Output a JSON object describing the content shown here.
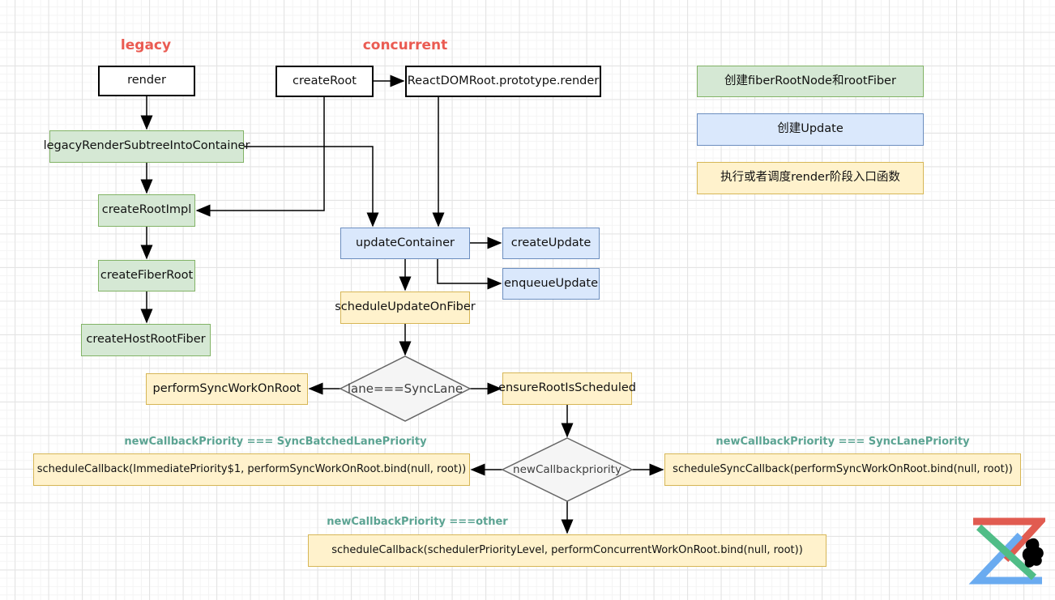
{
  "canvas": {
    "section_labels": {
      "legacy": "legacy",
      "concurrent": "concurrent"
    },
    "nodes": {
      "render": "render",
      "create_root": "createRoot",
      "reactdom_root_prototype_render": "ReactDOMRoot.prototype.render",
      "legacy_render_subtree_into_container": "legacyRenderSubtreeIntoContainer",
      "create_root_impl": "createRootImpl",
      "create_fiber_root": "createFiberRoot",
      "create_host_root_fiber": "createHostRootFiber",
      "update_container": "updateContainer",
      "create_update": "createUpdate",
      "enqueue_update": "enqueueUpdate",
      "schedule_update_on_fiber": "scheduleUpdateOnFiber",
      "perform_sync_work_on_root": "performSyncWorkOnRoot",
      "ensure_root_is_scheduled": "ensureRootIsScheduled",
      "decision_lane_sync_lane": "lane===SyncLane",
      "decision_new_callback_priority": "newCallbackpriority",
      "schedule_callback_immediate": "scheduleCallback(ImmediatePriority$1, performSyncWorkOnRoot.bind(null, root))",
      "schedule_sync_callback": "scheduleSyncCallback(performSyncWorkOnRoot.bind(null, root))",
      "schedule_callback_concurrent": "scheduleCallback(schedulerPriorityLevel, performConcurrentWorkOnRoot.bind(null, root))"
    },
    "branch_labels": {
      "sync_batched_lane_priority": "newCallbackPriority === SyncBatchedLanePriority",
      "sync_lane_priority": "newCallbackPriority === SyncLanePriority",
      "other": "newCallbackPriority ===other"
    },
    "legend": {
      "green": "创建fiberRootNode和rootFiber",
      "blue": "创建Update",
      "yellow": "执行或者调度render阶段入口函数"
    },
    "colors": {
      "green_fill": "#d5e8d4",
      "green_stroke": "#82b366",
      "blue_fill": "#dae8fc",
      "blue_stroke": "#6c8ebf",
      "yellow_fill": "#fff2cc",
      "yellow_stroke": "#d6b656",
      "diamond_fill": "#f5f5f5",
      "diamond_stroke": "#666666",
      "section_label_color": "#ea5b52",
      "branch_label_color": "#5ba392",
      "logo_red": "#e15b50",
      "logo_green": "#50bd87",
      "logo_blue": "#6aabf0"
    }
  }
}
